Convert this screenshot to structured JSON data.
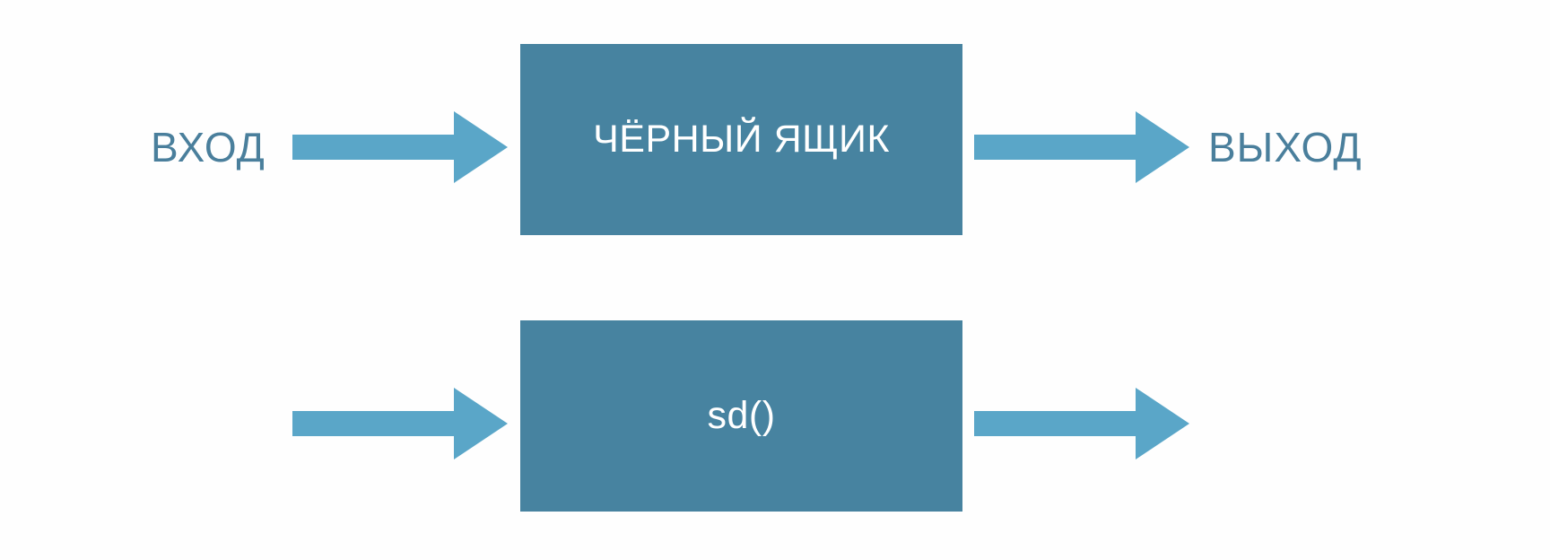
{
  "diagram": {
    "top_row": {
      "input_label": "ВХОД",
      "box_label": "ЧЁРНЫЙ ЯЩИК",
      "output_label": "ВЫХОД"
    },
    "bottom_row": {
      "box_label": "sd()"
    }
  },
  "colors": {
    "box_fill": "#4783a0",
    "arrow_fill": "#5aa6c8",
    "label_text": "#4a7f9c",
    "background": "#fefefe"
  }
}
